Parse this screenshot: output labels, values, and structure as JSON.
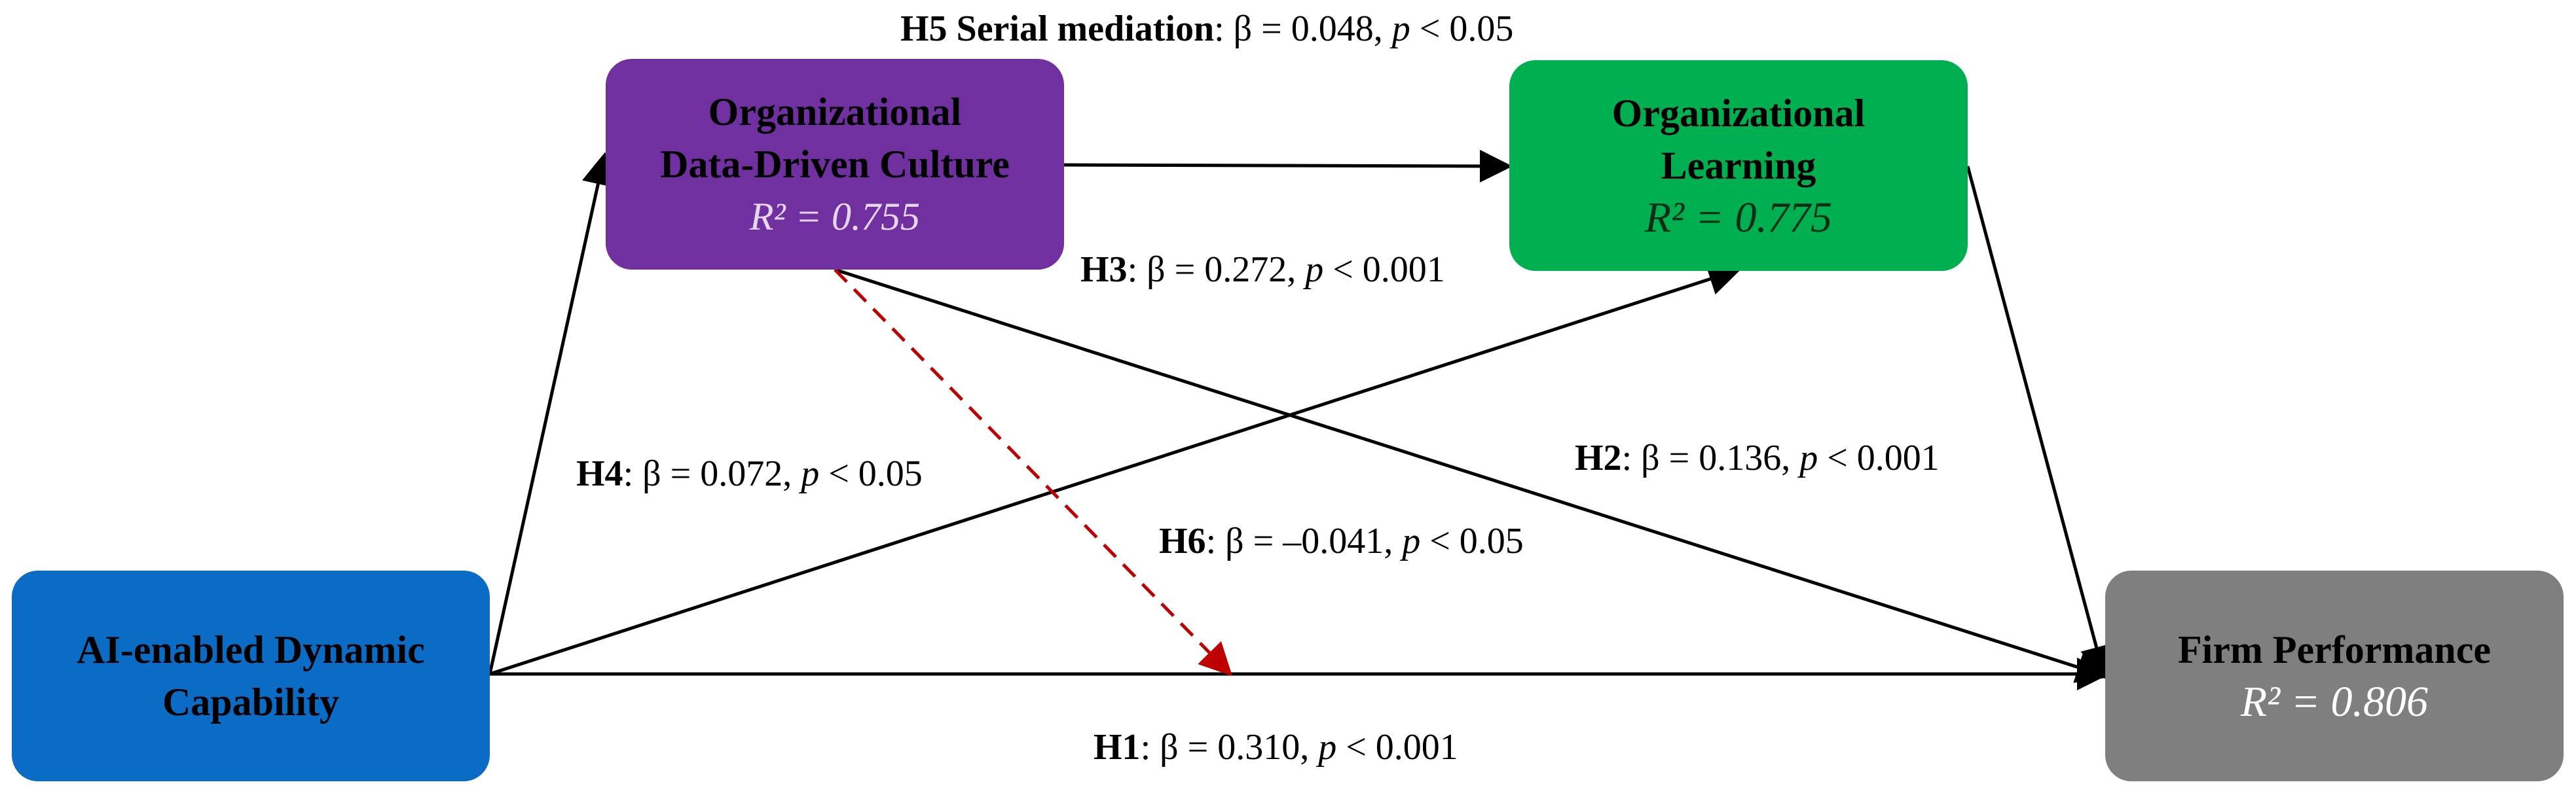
{
  "nodes": {
    "ai_capability": {
      "title_line1": "AI-enabled Dynamic",
      "title_line2": "Capability",
      "color": "#0a6cc5"
    },
    "data_culture": {
      "title_line1": "Organizational",
      "title_line2": "Data-Driven Culture",
      "r_squared": "R² = 0.755",
      "color": "#7030a0"
    },
    "org_learning": {
      "title_line1": "Organizational",
      "title_line2": "Learning",
      "r_squared": "R² = 0.775",
      "color": "#00b050"
    },
    "firm_performance": {
      "title": "Firm Performance",
      "r_squared": "R² = 0.806",
      "color": "#7f7f7f"
    }
  },
  "paths": {
    "h1": {
      "hyp": "H1",
      "beta": ": β = 0.310, ",
      "p": "p",
      "rest": " < 0.001"
    },
    "h2": {
      "hyp": "H2",
      "beta": ": β = 0.136, ",
      "p": "p",
      "rest": " < 0.001"
    },
    "h3": {
      "hyp": "H3",
      "beta": ": β = 0.272, ",
      "p": "p",
      "rest": " < 0.001"
    },
    "h4": {
      "hyp": "H4",
      "beta": ": β = 0.072, ",
      "p": "p",
      "rest": " < 0.05"
    },
    "h5": {
      "hyp": "H5 Serial mediation",
      "beta": ": β = 0.048, ",
      "p": "p",
      "rest": " < 0.05"
    },
    "h6": {
      "hyp": "H6",
      "beta": ": β = –0.041, ",
      "p": "p",
      "rest": " < 0.05"
    }
  },
  "colors": {
    "arrow": "#000000",
    "moderation_arrow": "#c00000"
  }
}
